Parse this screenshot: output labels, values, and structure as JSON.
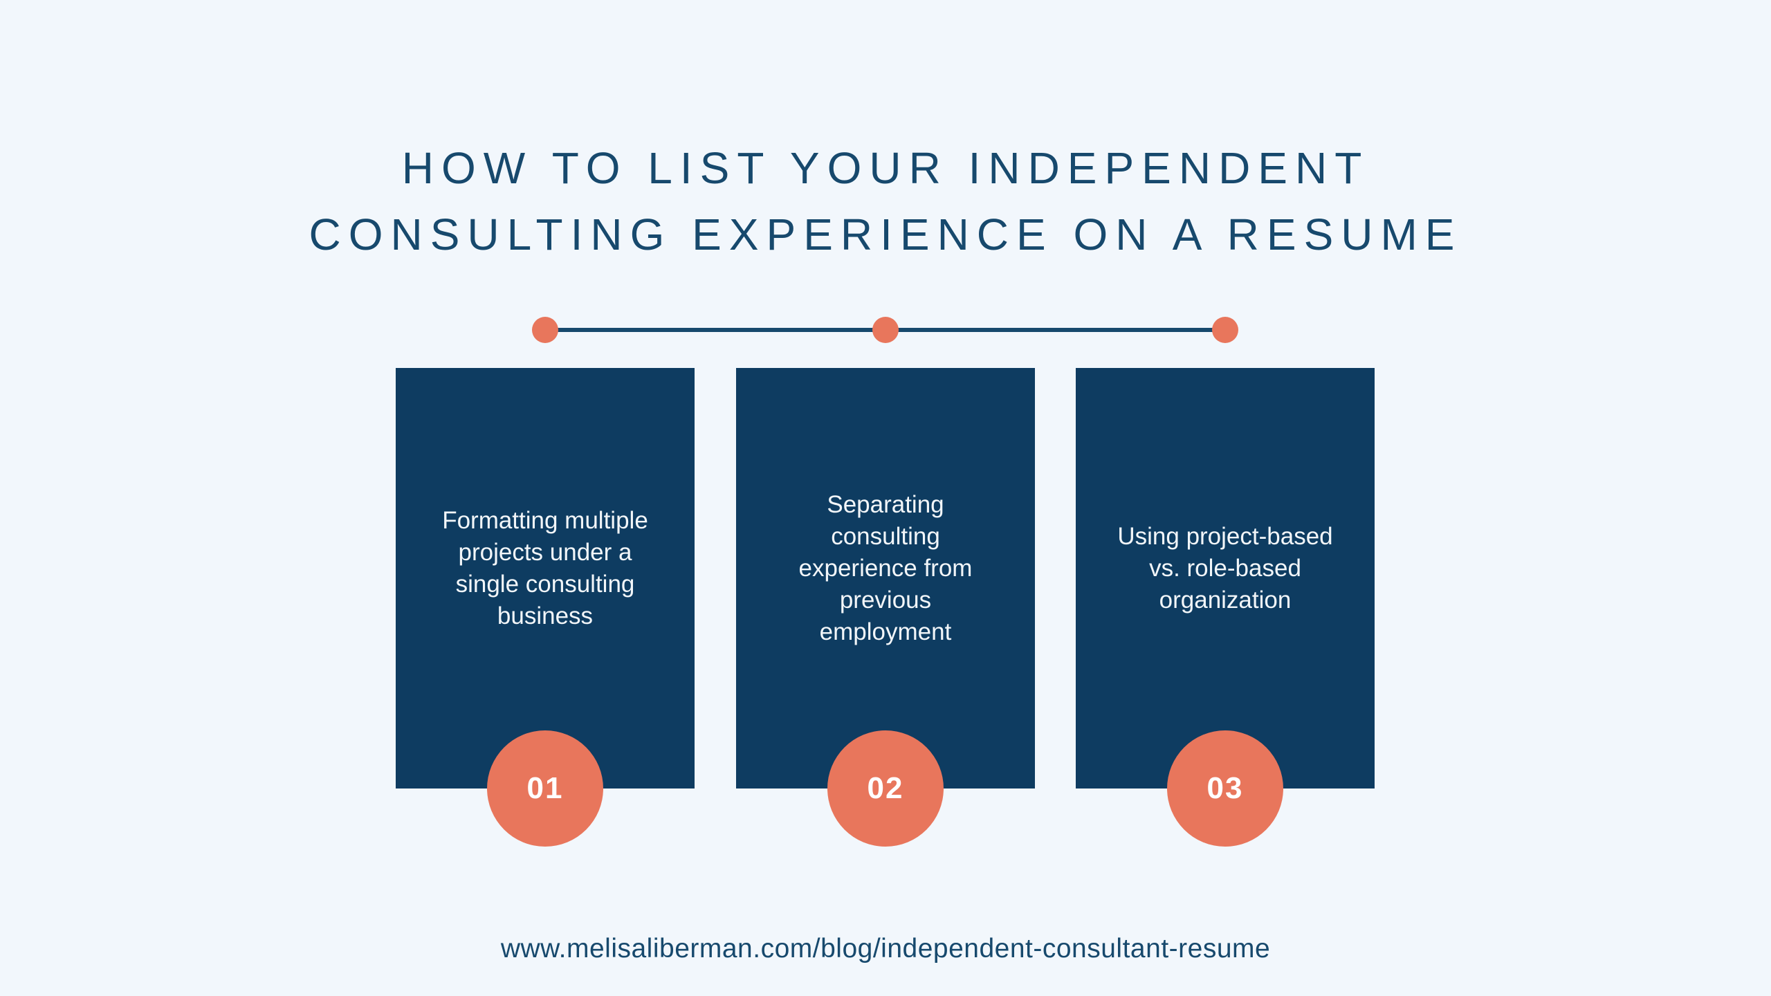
{
  "page": {
    "title": "HOW TO LIST YOUR INDEPENDENT\nCONSULTING EXPERIENCE ON A RESUME"
  },
  "timeline": {
    "dot_count": 3
  },
  "steps": [
    {
      "number": "01",
      "text": "Formatting multiple\nprojects under a\nsingle consulting\nbusiness"
    },
    {
      "number": "02",
      "text": "Separating\nconsulting\nexperience from\nprevious\nemployment"
    },
    {
      "number": "03",
      "text": "Using project-based\nvs. role-based\norganization"
    }
  ],
  "footer": {
    "url": "www.melisaliberman.com/blog/independent-consultant-resume"
  },
  "colors": {
    "background": "#F2F7FC",
    "card_navy": "#0E3C61",
    "title_navy": "#17496D",
    "coral": "#E8765C",
    "card_text": "#F2F6F9",
    "number_text": "#FFFFFF"
  }
}
